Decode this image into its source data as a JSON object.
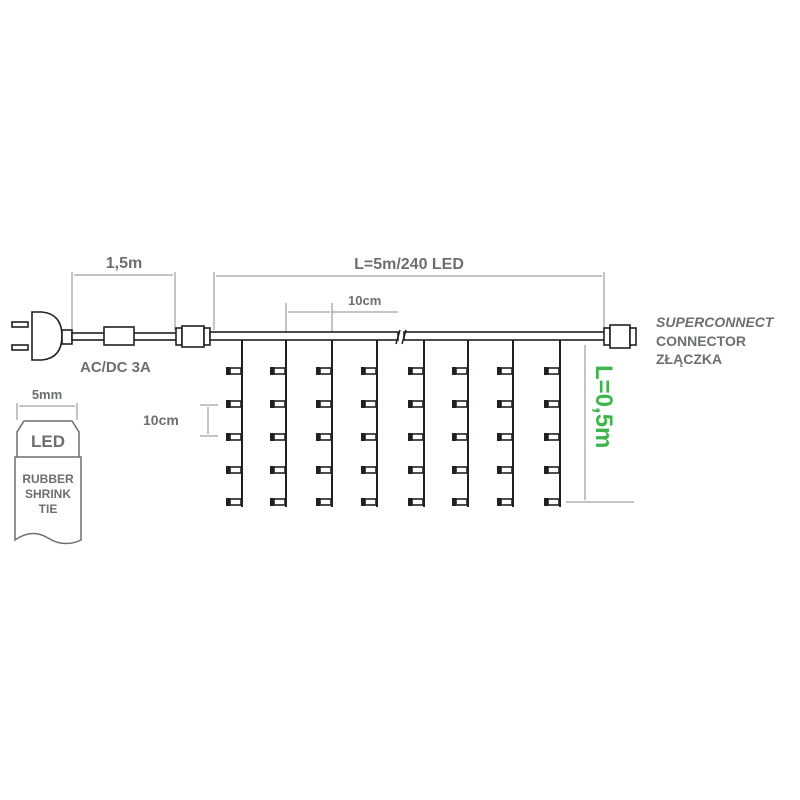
{
  "labels": {
    "lead_length": "1,5m",
    "total_length": "L=5m/240 LED",
    "strand_spacing": "10cm",
    "led_spacing": "10cm",
    "power_rating": "AC/DC 3A",
    "connector_brand": "SUPERCONNECT",
    "connector_en": "CONNECTOR",
    "connector_pl": "ZŁĄCZKA",
    "strand_length": "L=0,5m",
    "bulb_width": "5mm",
    "led_cap": "LED",
    "tie_line1": "RUBBER",
    "tie_line2": "SHRINK",
    "tie_line3": "TIE"
  },
  "strand_count_shown": 8,
  "leds_per_strand_shown": 5,
  "colors": {
    "accent": "#3db54a",
    "text": "#6d6e71",
    "ink": "#231f20"
  }
}
